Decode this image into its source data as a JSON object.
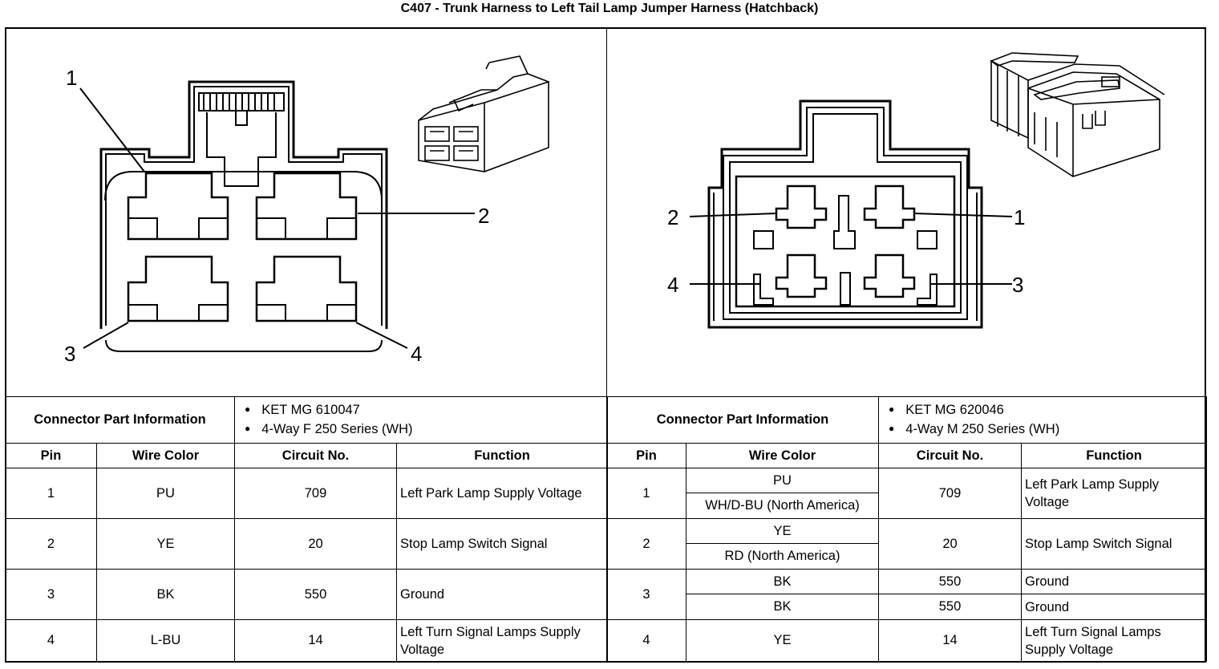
{
  "title": "C407 - Trunk Harness to Left Tail Lamp Jumper Harness (Hatchback)",
  "left": {
    "callouts": [
      "1",
      "2",
      "3",
      "4"
    ],
    "info_label": "Connector Part Information",
    "info": [
      "KET MG 610047",
      "4-Way F 250 Series (WH)"
    ],
    "headers": [
      "Pin",
      "Wire Color",
      "Circuit No.",
      "Function"
    ],
    "rows": [
      {
        "pin": "1",
        "color": "PU",
        "circuit": "709",
        "function": "Left Park Lamp Supply Voltage"
      },
      {
        "pin": "2",
        "color": "YE",
        "circuit": "20",
        "function": "Stop Lamp Switch Signal"
      },
      {
        "pin": "3",
        "color": "BK",
        "circuit": "550",
        "function": "Ground"
      },
      {
        "pin": "4",
        "color": "L-BU",
        "circuit": "14",
        "function": "Left Turn Signal Lamps Supply Voltage"
      }
    ]
  },
  "right": {
    "callouts": [
      "1",
      "2",
      "3",
      "4"
    ],
    "info_label": "Connector Part Information",
    "info": [
      "KET MG 620046",
      "4-Way M 250 Series (WH)"
    ],
    "headers": [
      "Pin",
      "Wire Color",
      "Circuit No.",
      "Function"
    ],
    "rows": [
      {
        "pin": "1",
        "color_a": "PU",
        "color_b": "WH/D-BU (North America)",
        "circuit": "709",
        "function": "Left Park Lamp Supply Voltage"
      },
      {
        "pin": "2",
        "color_a": "YE",
        "color_b": "RD (North America)",
        "circuit": "20",
        "function": "Stop Lamp Switch Signal"
      },
      {
        "pin": "3",
        "color_a": "BK",
        "circuit_a": "550",
        "function_a": "Ground",
        "color_b": "BK",
        "circuit_b": "550",
        "function_b": "Ground"
      },
      {
        "pin": "4",
        "color": "YE",
        "circuit": "14",
        "function": "Left Turn Signal Lamps Supply Voltage"
      }
    ]
  }
}
